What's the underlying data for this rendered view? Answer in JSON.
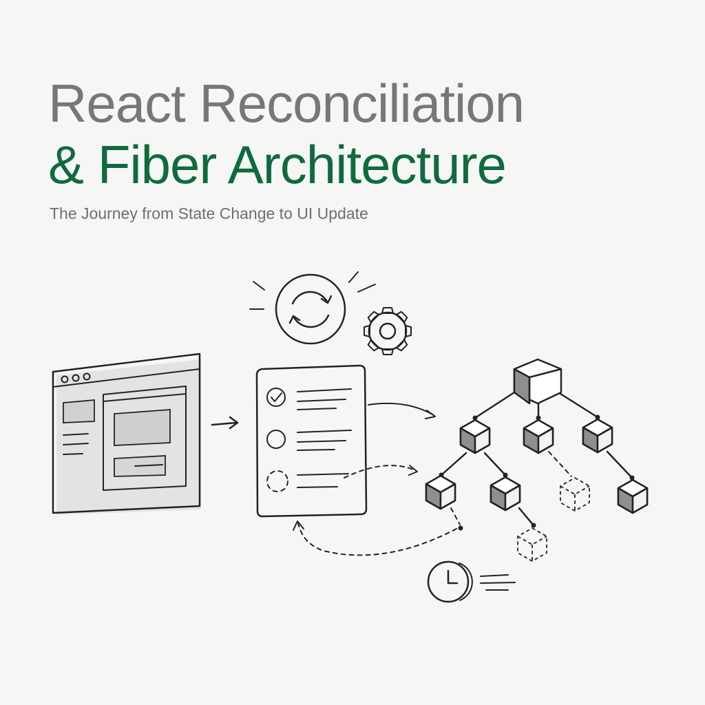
{
  "header": {
    "title_line1": "React Reconciliation",
    "title_line2": "& Fiber Architecture",
    "subtitle": "The Journey from State Change to UI Update"
  },
  "colors": {
    "background": "#f6f6f5",
    "title_gray": "#777777",
    "accent_green": "#0f6b3d",
    "subtitle_gray": "#6e6e6e",
    "ink": "#222222",
    "cube_shade": "#8f8f8f"
  },
  "icons": [
    "browser-window-icon",
    "sync-arrows-icon",
    "gear-icon",
    "checklist-card-icon",
    "fiber-tree-icon",
    "clock-icon"
  ]
}
